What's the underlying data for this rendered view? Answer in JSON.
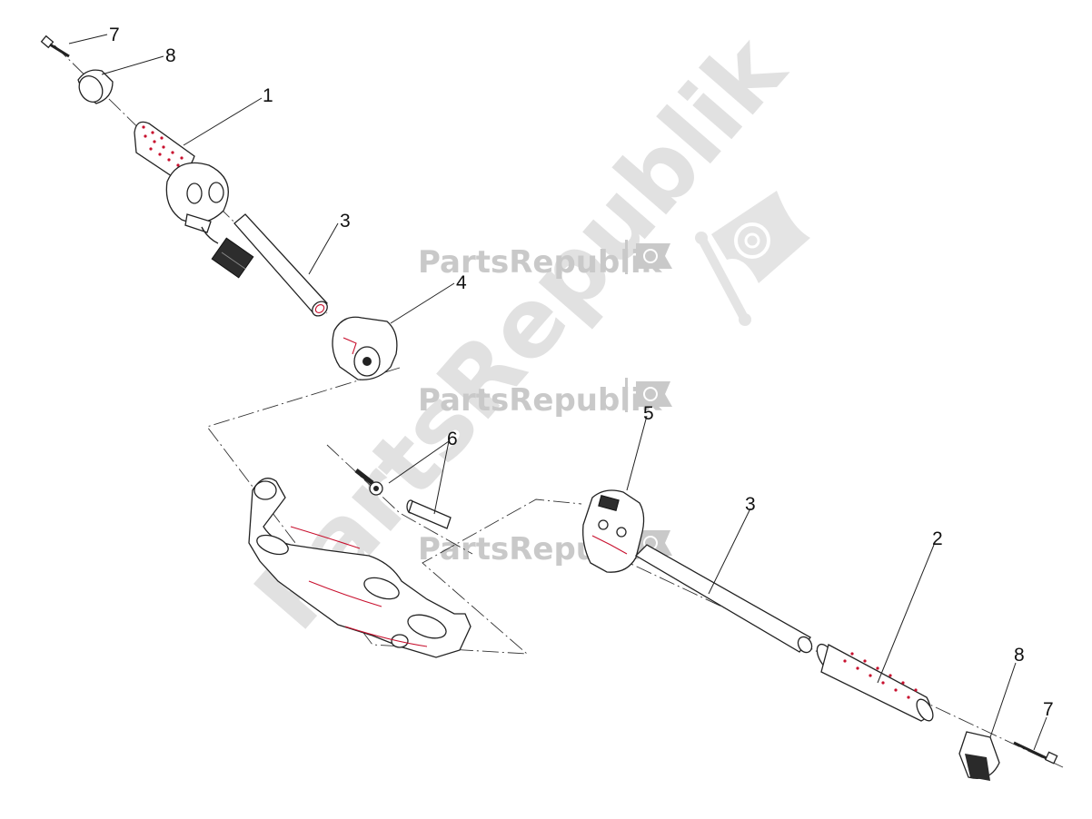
{
  "watermark": {
    "brand": "PartsRepublik",
    "large_text": "PartsRepublik"
  },
  "callouts": {
    "c1": "1",
    "c2": "2",
    "c3a": "3",
    "c3b": "3",
    "c4": "4",
    "c5": "5",
    "c6": "6",
    "c7a": "7",
    "c7b": "7",
    "c8a": "8",
    "c8b": "8"
  },
  "colors": {
    "line": "#222222",
    "accent": "#c8102e",
    "watermark": "#c9c9c9"
  }
}
